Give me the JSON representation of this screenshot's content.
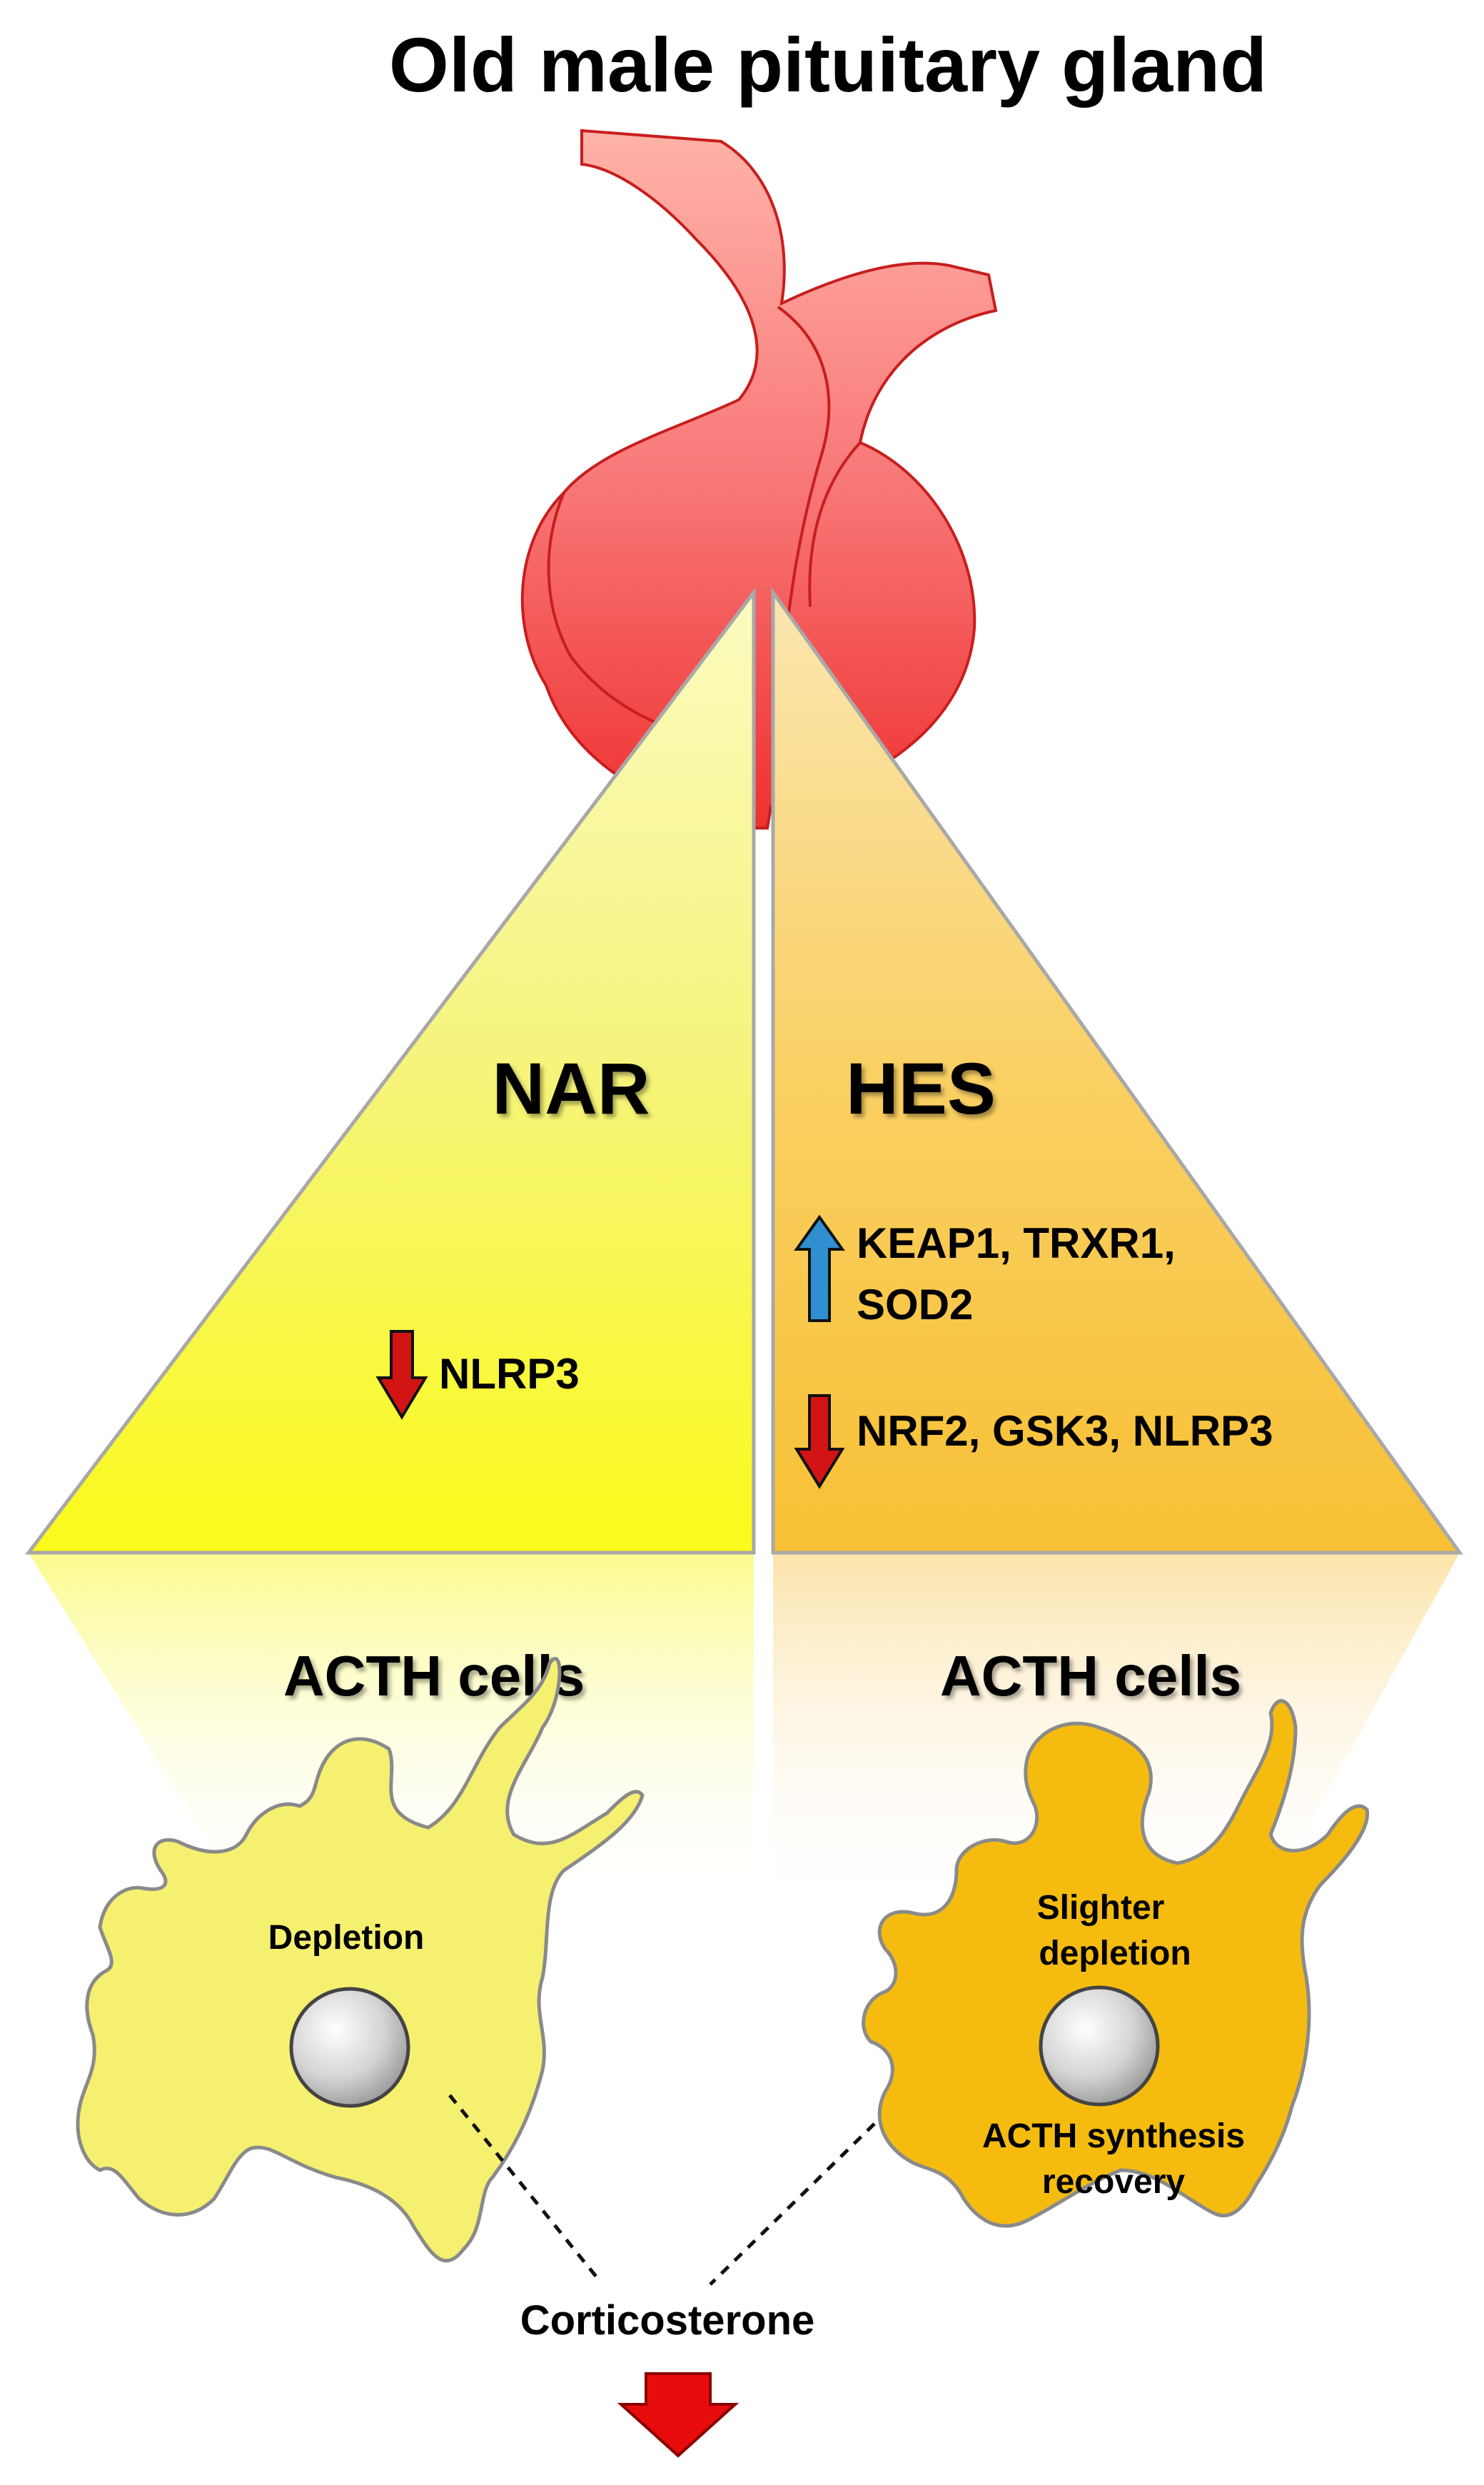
{
  "title": "Old male pituitary gland",
  "left_panel": {
    "group": "NAR",
    "markers_down": "NLRP3",
    "cells_title": "ACTH cells",
    "cell_note": "Depletion"
  },
  "right_panel": {
    "group": "HES",
    "markers_up_line1": "KEAP1, TRXR1,",
    "markers_up_line2": "SOD2",
    "markers_down": "NRF2, GSK3, NLRP3",
    "cells_title": "ACTH cells",
    "cell_note_line1": "Slighter",
    "cell_note_line2": "depletion",
    "cell_note2_line1": "ACTH synthesis",
    "cell_note2_line2": "recovery"
  },
  "outcome": "Corticosterone",
  "colors": {
    "gland": "#f25a5a",
    "gland_outline": "#c81e1e",
    "left_triangle": "#f8f04a",
    "right_triangle": "#f9c23c",
    "left_cell": "#f6f070",
    "right_cell": "#f5bc0f",
    "arrow_up": "#2f8fd0",
    "arrow_down": "#d21414",
    "outcome_arrow": "#e80c0c"
  }
}
